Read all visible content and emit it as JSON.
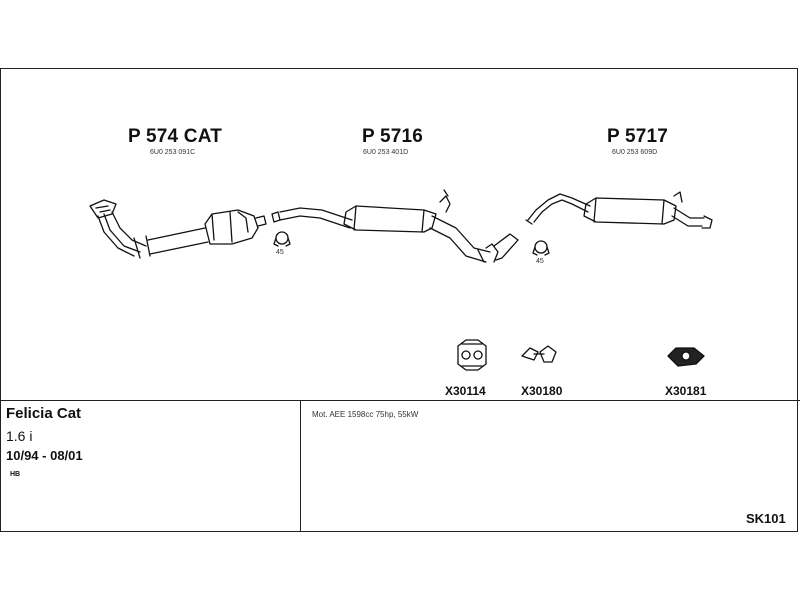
{
  "parts": [
    {
      "number": "P 574 CAT",
      "oem": "6U0 253 091C"
    },
    {
      "number": "P 5716",
      "oem": "6U0 253 401D"
    },
    {
      "number": "P 5717",
      "oem": "6U0 253 609D"
    }
  ],
  "angles": [
    "45",
    "45"
  ],
  "accessories": [
    {
      "number": "X30114"
    },
    {
      "number": "X30180"
    },
    {
      "number": "X30181"
    }
  ],
  "vehicle": {
    "name": "Felicia Cat",
    "engine": "1.6 i",
    "years": "10/94 - 08/01",
    "body": "HB"
  },
  "motor": "Mot. AEE 1598cc 75hp, 55kW",
  "system_code": "SK101"
}
